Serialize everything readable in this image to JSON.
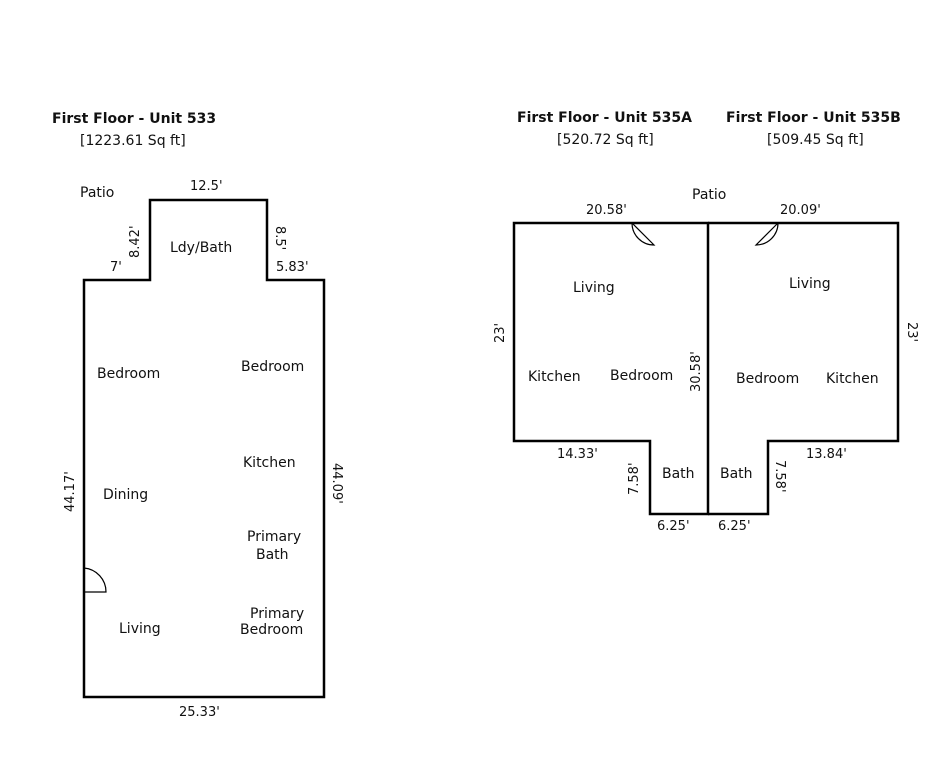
{
  "units": {
    "u533": {
      "title": "First Floor - Unit 533",
      "area": "[1223.61 Sq ft]",
      "patio": "Patio",
      "rooms": {
        "ldy_bath": "Ldy/Bath",
        "bedroom_left": "Bedroom",
        "bedroom_right": "Bedroom",
        "kitchen": "Kitchen",
        "dining": "Dining",
        "primary_bath_1": "Primary",
        "primary_bath_2": "Bath",
        "primary_bedroom_1": "Primary",
        "primary_bedroom_2": "Bedroom",
        "living": "Living"
      },
      "dims": {
        "top": "12.5'",
        "notch_left_vertical": "8.42'",
        "notch_left_horizontal": "7'",
        "notch_right_vertical": "8.5'",
        "notch_right_horizontal": "5.83'",
        "left": "44.17'",
        "right": "44.09'",
        "bottom": "25.33'"
      }
    },
    "u535a": {
      "title": "First Floor - Unit 535A",
      "area": "[520.72 Sq ft]",
      "rooms": {
        "living": "Living",
        "kitchen": "Kitchen",
        "bedroom": "Bedroom",
        "bath": "Bath"
      },
      "dims": {
        "top": "20.58'",
        "left": "23'",
        "right": "30.58'",
        "bottom_left": "14.33'",
        "notch_vertical": "7.58'",
        "bottom": "6.25'"
      }
    },
    "u535b": {
      "title": "First Floor - Unit 535B",
      "area": "[509.45 Sq ft]",
      "rooms": {
        "living": "Living",
        "bedroom": "Bedroom",
        "kitchen": "Kitchen",
        "bath": "Bath"
      },
      "dims": {
        "top": "20.09'",
        "right": "23'",
        "bottom_right": "13.84'",
        "notch_vertical": "7.58'",
        "bottom": "6.25'"
      }
    },
    "shared_patio": "Patio"
  }
}
